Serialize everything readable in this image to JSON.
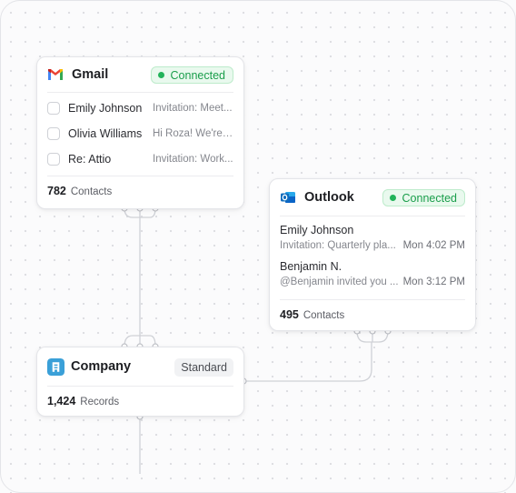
{
  "gmail": {
    "title": "Gmail",
    "icon": "gmail-icon",
    "status": "Connected",
    "rows": [
      {
        "sender": "Emily Johnson",
        "preview": "Invitation: Meet..."
      },
      {
        "sender": "Olivia Williams",
        "preview": "Hi Roza! We're ..."
      },
      {
        "sender": "Re: Attio",
        "preview": "Invitation: Work..."
      }
    ],
    "count": "782",
    "count_label": "Contacts"
  },
  "outlook": {
    "title": "Outlook",
    "icon": "outlook-icon",
    "status": "Connected",
    "items": [
      {
        "name": "Emily Johnson",
        "snippet": "Invitation: Quarterly pla...",
        "time": "Mon 4:02 PM"
      },
      {
        "name": "Benjamin N.",
        "snippet": "@Benjamin invited you ...",
        "time": "Mon 3:12 PM"
      }
    ],
    "count": "495",
    "count_label": "Contacts"
  },
  "company": {
    "title": "Company",
    "icon": "company-icon",
    "tag": "Standard",
    "count": "1,424",
    "count_label": "Records"
  },
  "colors": {
    "connected_text": "#1a9e4b",
    "connected_bg": "#e9f9ee",
    "company_icon": "#3aa0d8",
    "outlook_blue": "#0f6cbd"
  }
}
